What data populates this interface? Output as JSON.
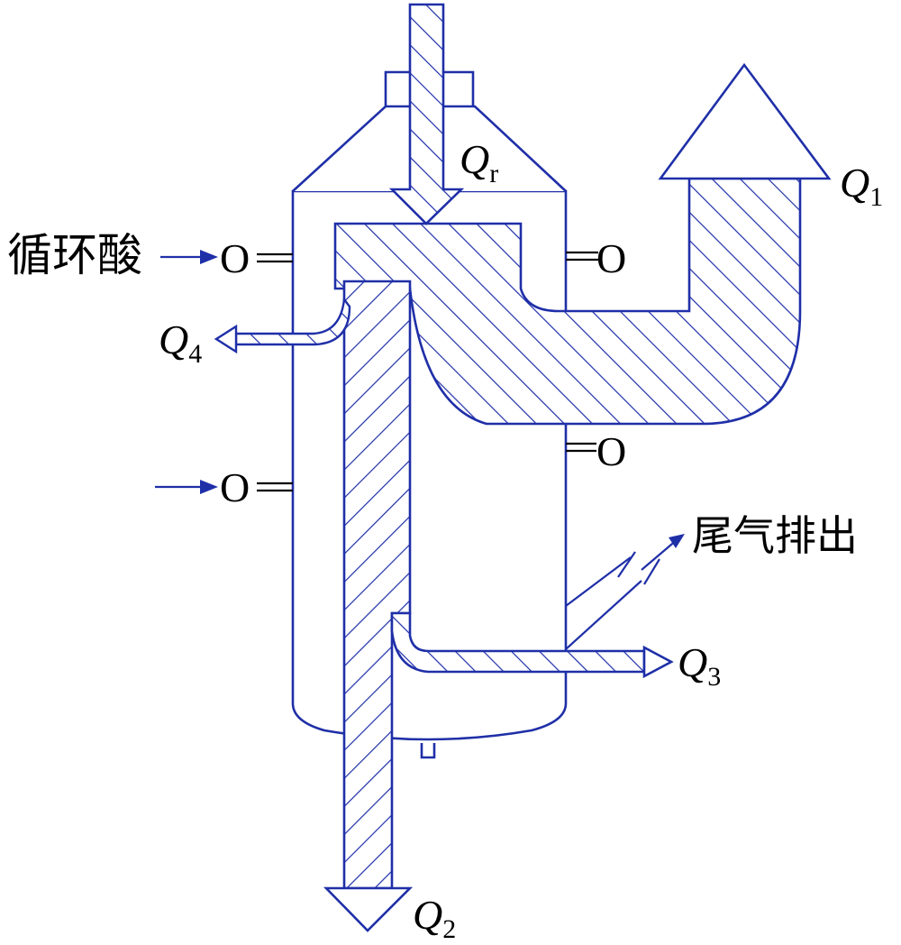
{
  "colors": {
    "line": "#1f2fa8",
    "hatch": "#1f2fa8",
    "text": "#000000",
    "background": "#ffffff"
  },
  "labels": {
    "recycle_acid": "循环酸",
    "exhaust": "尾气排出",
    "port_mark": "O"
  },
  "flows": {
    "qr": {
      "symbol": "Q",
      "subscript": "r"
    },
    "q1": {
      "symbol": "Q",
      "subscript": "1"
    },
    "q2": {
      "symbol": "Q",
      "subscript": "2"
    },
    "q3": {
      "symbol": "Q",
      "subscript": "3"
    },
    "q4": {
      "symbol": "Q",
      "subscript": "4"
    }
  }
}
